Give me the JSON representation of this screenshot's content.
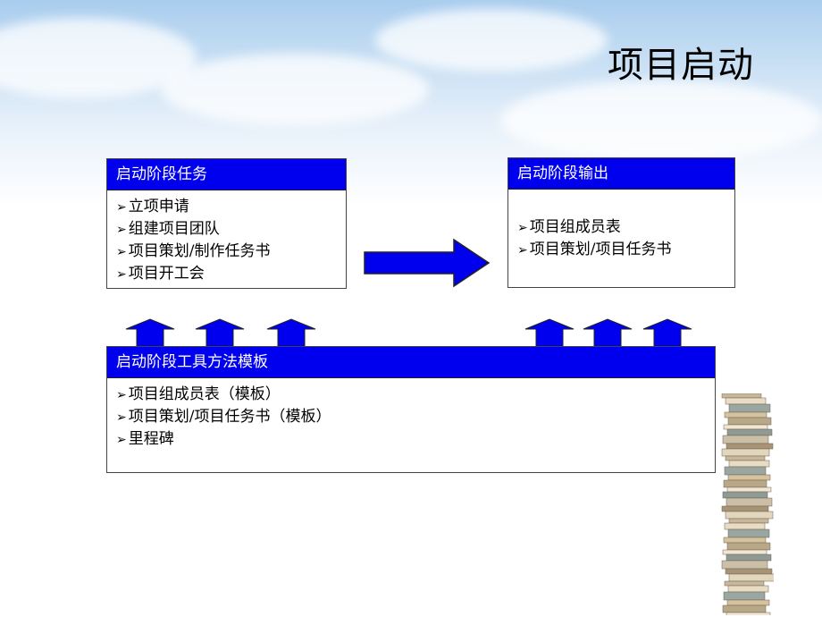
{
  "slide": {
    "title": "项目启动"
  },
  "tasks_box": {
    "header": "启动阶段任务",
    "items": [
      "立项申请",
      "组建项目团队",
      "项目策划/制作任务书",
      "项目开工会"
    ]
  },
  "output_box": {
    "header": "启动阶段输出",
    "items": [
      "项目组成员表",
      "项目策划/项目任务书"
    ]
  },
  "tools_box": {
    "header": "启动阶段工具方法模板",
    "items": [
      "项目组成员表（模板）",
      "项目策划/项目任务书（模板）",
      "里程碑"
    ]
  },
  "colors": {
    "header_bg": "#0000ee",
    "arrow_fill": "#0000ee",
    "sky": "#a9cdee"
  },
  "icons": {
    "bullet": "arrowhead-bullet-icon",
    "right_arrow": "right-arrow-icon",
    "up_arrow": "up-arrow-icon",
    "books": "book-stack-icon"
  }
}
